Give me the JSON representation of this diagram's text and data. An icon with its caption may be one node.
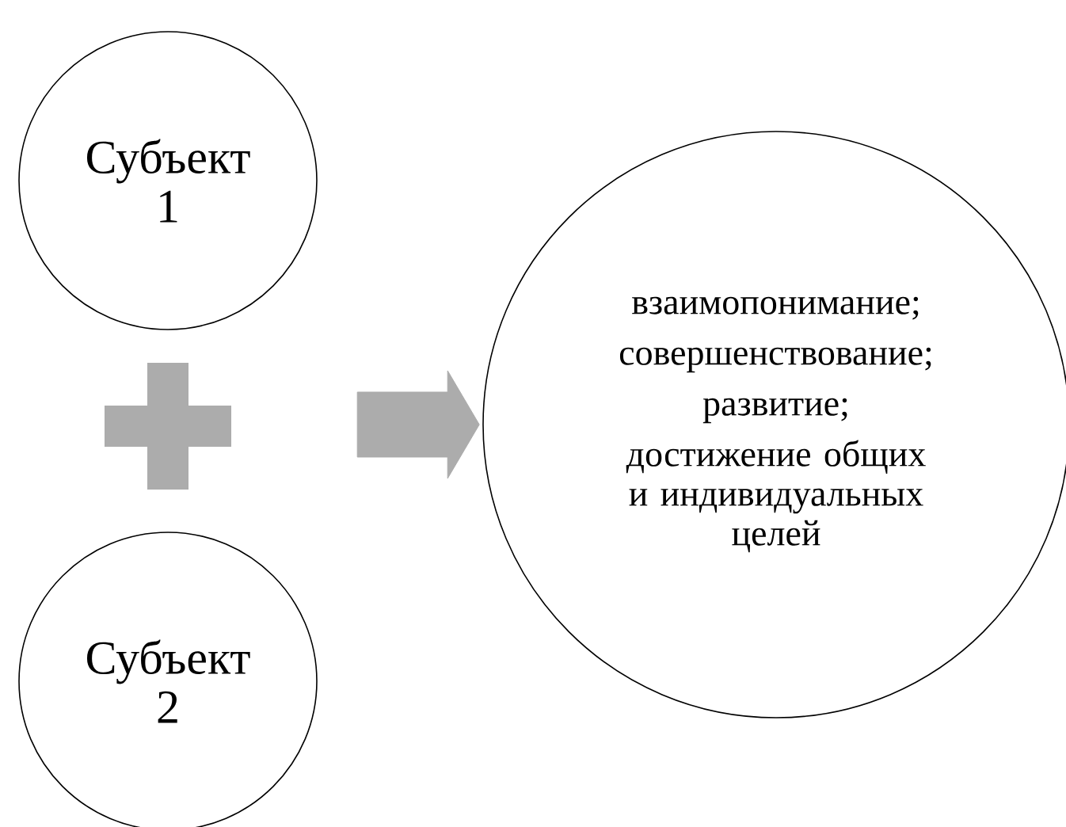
{
  "diagram": {
    "nodes": [
      {
        "text": [
          "Субъект 1"
        ]
      },
      {
        "text": [],
        "shape": "cross"
      },
      {
        "text": [
          "Субъект 2"
        ]
      },
      {
        "text": [
          "взаимопонимание;",
          "совершенствование;",
          "развитие;",
          "достижение общих и индивидуальных целей"
        ]
      }
    ],
    "edges": [
      {
        "from": null,
        "to": 3,
        "arrow": "to"
      }
    ]
  }
}
